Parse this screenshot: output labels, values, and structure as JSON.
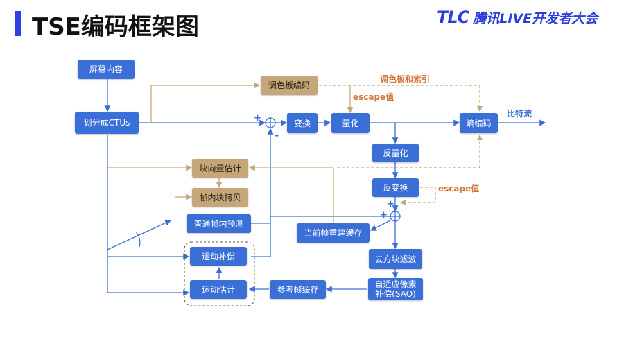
{
  "header": {
    "title": "TSE编码框架图",
    "logo_mark": "TLC",
    "logo_text": "腾讯LIVE开发者大会"
  },
  "nodes": {
    "screen_content": "屏幕内容",
    "split_ctus": "划分成CTUs",
    "palette_encode": "调色板编码",
    "transform": "变换",
    "quantize": "量化",
    "entropy": "熵编码",
    "dequantize": "反量化",
    "inverse_transform": "反变换",
    "block_vector_est": "块向量估计",
    "intra_block_copy": "帧内块拷贝",
    "intra_pred": "普通帧内预测",
    "cur_frame_buffer": "当前帧重建缓存",
    "motion_comp": "运动补偿",
    "motion_est": "运动估计",
    "deblock": "去方块滤波",
    "sao": "自适应像素补偿(SAO)",
    "ref_buffer": "参考帧缓存"
  },
  "labels": {
    "palette_index": "调色板和索引",
    "escape_top": "escape值",
    "escape_right": "escape值",
    "bitstream": "比特流",
    "plus_top": "+",
    "minus_top": "-",
    "plus_bottom_a": "+",
    "plus_bottom_b": "+"
  },
  "colors": {
    "blue_box": "#3a6fd8",
    "tan_box": "#c6a779",
    "accent_orange": "#d2783c",
    "brand_blue": "#2c3ed8"
  }
}
